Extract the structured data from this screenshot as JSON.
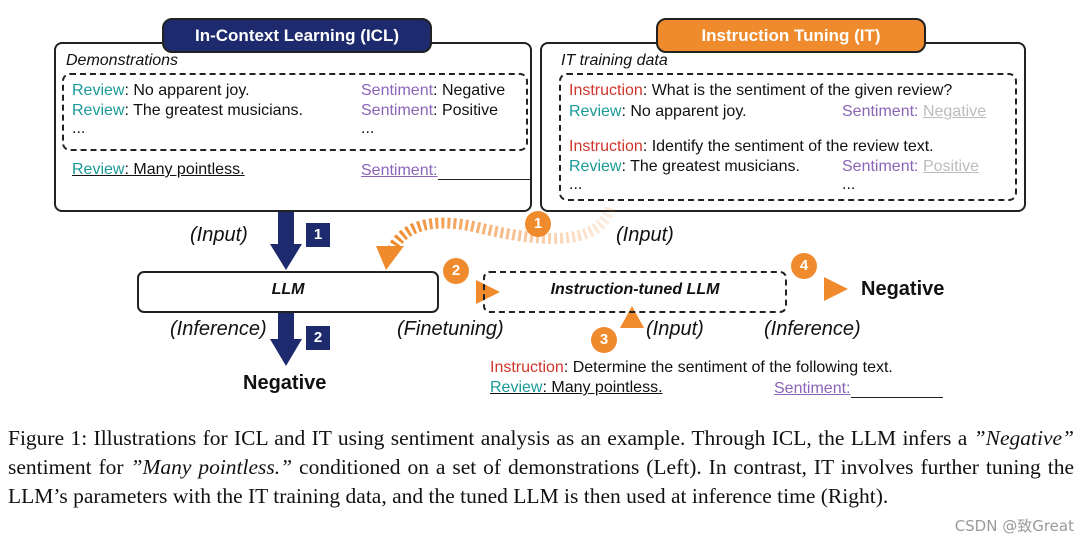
{
  "icl": {
    "title": "In-Context Learning (ICL)",
    "demo_heading": "Demonstrations",
    "demos": [
      {
        "review_label": "Review",
        "review_text": ": No apparent joy.",
        "sentiment_label": "Sentiment",
        "sentiment_text": ": Negative"
      },
      {
        "review_label": "Review",
        "review_text": ": The greatest musicians.",
        "sentiment_label": "Sentiment",
        "sentiment_text": ": Positive"
      }
    ],
    "ellipsis": "...",
    "query": {
      "review_label": "Review",
      "review_text": ": Many pointless.",
      "sentiment_label": "Sentiment",
      "sentiment_text": ":"
    }
  },
  "it": {
    "title": "Instruction Tuning (IT)",
    "data_heading": "IT training data",
    "examples": [
      {
        "instruction_label": "Instruction",
        "instruction_text": ": What is the sentiment of the given review?",
        "review_label": "Review",
        "review_text": ": No apparent joy.",
        "sentiment_label": "Sentiment",
        "sentiment_sep": ": ",
        "sentiment_value": "Negative"
      },
      {
        "instruction_label": "Instruction",
        "instruction_text": ": Identify the sentiment of the review text.",
        "review_label": "Review",
        "review_text": ": The greatest musicians.",
        "sentiment_label": "Sentiment",
        "sentiment_sep": ": ",
        "sentiment_value": "Positive"
      }
    ],
    "ellipsis": "..."
  },
  "flow": {
    "llm_label": "LLM",
    "it_llm_label": "Instruction-tuned LLM",
    "input_left": "(Input)",
    "input_right": "(Input)",
    "input_bottom": "(Input)",
    "inference_left": "(Inference)",
    "inference_right": "(Inference)",
    "finetuning": "(Finetuning)",
    "output_left": "Negative",
    "output_right": "Negative",
    "step1": "1",
    "step2": "2",
    "circ1": "1",
    "circ2": "2",
    "circ3": "3",
    "circ4": "4"
  },
  "test": {
    "instruction_label": "Instruction",
    "instruction_text": ": Determine the sentiment of the following text.",
    "review_label": "Review",
    "review_text": ": Many pointless.",
    "sentiment_label": "Sentiment",
    "sentiment_text": ":"
  },
  "caption": {
    "p1": "Figure 1: Illustrations for ICL and IT using sentiment analysis as an example. Through ICL, the LLM infers a ",
    "q1": "”Negative”",
    "p2": " sentiment for ",
    "q2": "”Many pointless.”",
    "p3": " conditioned on a set of demonstrations (Left). In contrast, IT involves further tuning the LLM’s parameters with the IT training data, and the tuned LLM is then used at inference time (Right)."
  },
  "watermark": "CSDN @致Great",
  "colors": {
    "navy": "#1e2a6e",
    "orange": "#ef8a2d",
    "teal": "#1a9a98",
    "purple": "#8b64b8",
    "red": "#d0352b"
  }
}
